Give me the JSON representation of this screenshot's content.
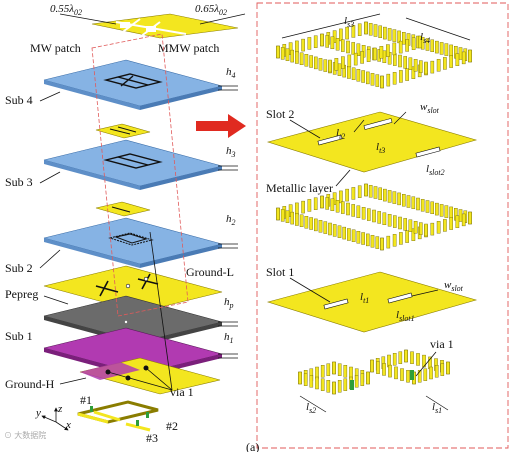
{
  "colors": {
    "patch": "#f3e61f",
    "patch_edge": "#8a7d00",
    "substrate": "#86b3e4",
    "substrate_side": "#5e8fc8",
    "prepreg": "#6b6b6b",
    "prepreg_side": "#444444",
    "sub1": "#b13ab1",
    "sub1_side": "#7b1f7b",
    "post": "#f3e61f",
    "via": "#2e9e3a",
    "dashed_frame": "#e05a5a",
    "arrow": "#e02a20"
  },
  "left": {
    "dim_top_left": "0.55λ",
    "dim_top_left_sub": "02",
    "dim_top_right": "0.65λ",
    "dim_top_right_sub": "02",
    "mw_patch": "MW patch",
    "mmw_patch": "MMW patch",
    "sub4": "Sub 4",
    "sub3": "Sub 3",
    "sub2": "Sub 2",
    "pepreg": "Pepreg",
    "sub1": "Sub 1",
    "ground_l": "Ground-L",
    "ground_h": "Ground-H",
    "via1": "via 1",
    "h4": "h",
    "h4_sub": "4",
    "h3": "h",
    "h3_sub": "3",
    "h2": "h",
    "h2_sub": "2",
    "hp": "h",
    "hp_sub": "p",
    "h1": "h",
    "h1_sub": "1",
    "port1": "#1",
    "port2": "#2",
    "port3": "#3",
    "axis_x": "x",
    "axis_y": "y",
    "axis_z": "z"
  },
  "right": {
    "ls3": "l",
    "ls3_sub": "s3",
    "ls4": "l",
    "ls4_sub": "s4",
    "slot2": "Slot 2",
    "wslot_top": "w",
    "wslot_top_sub": "slot",
    "lt2": "l",
    "lt2_sub": "t2",
    "lt3": "l",
    "lt3_sub": "t3",
    "lslot2": "l",
    "lslot2_sub": "slot2",
    "metallic_layer": "Metallic layer",
    "slot1": "Slot 1",
    "wslot_bot": "w",
    "wslot_bot_sub": "slot",
    "lt1": "l",
    "lt1_sub": "t1",
    "lslot1": "l",
    "lslot1_sub": "slot1",
    "via1": "via 1",
    "ls2": "l",
    "ls2_sub": "s2",
    "ls1": "l",
    "ls1_sub": "s1"
  },
  "caption": "(a)",
  "watermark": "⊙ 大数据院"
}
